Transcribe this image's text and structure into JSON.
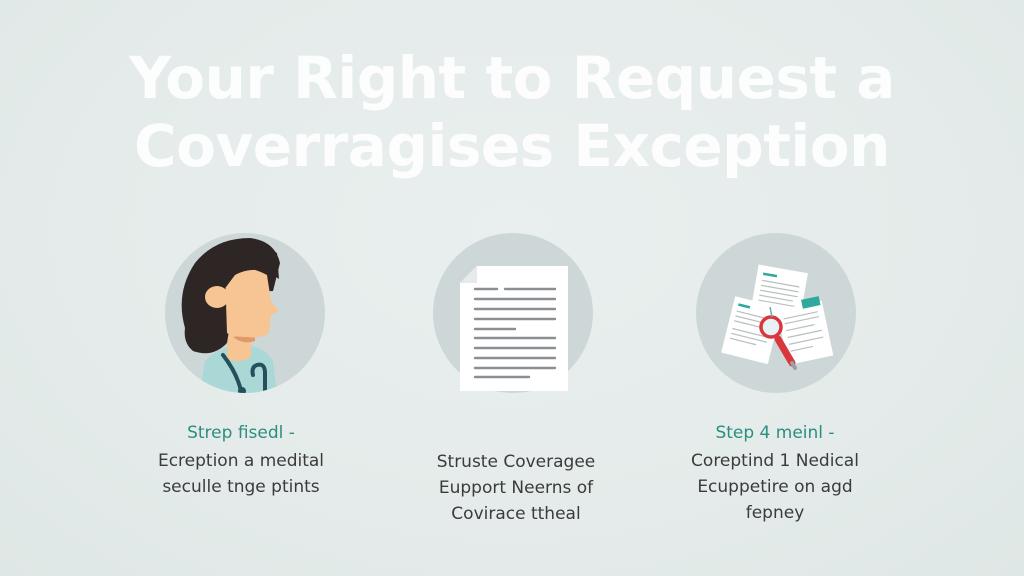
{
  "title": {
    "line1": "Your Right to Request a",
    "line2": "Coverragises Exception"
  },
  "colors": {
    "background": "#e5ecea",
    "title_text": "#ffffff",
    "accent_teal": "#2a8f7e",
    "body_text": "#3b3b3b",
    "circle_fill": "#cdd7d8",
    "magnifier_red": "#d9363e"
  },
  "steps": [
    {
      "icon": "doctor-avatar-icon",
      "title": "Strep fisedl -",
      "description_lines": [
        "Ecreption a medital",
        "seculle tnge ptints"
      ]
    },
    {
      "icon": "document-icon",
      "title": "",
      "description_lines": [
        "Struste Coveragee",
        "Eupport Neerns of",
        "Covirace ttheal"
      ]
    },
    {
      "icon": "documents-magnifier-icon",
      "title": "Step 4 meinl -",
      "description_lines": [
        "Coreptind 1 Nedical",
        "Ecuppetire on agd",
        "fepney"
      ]
    }
  ]
}
